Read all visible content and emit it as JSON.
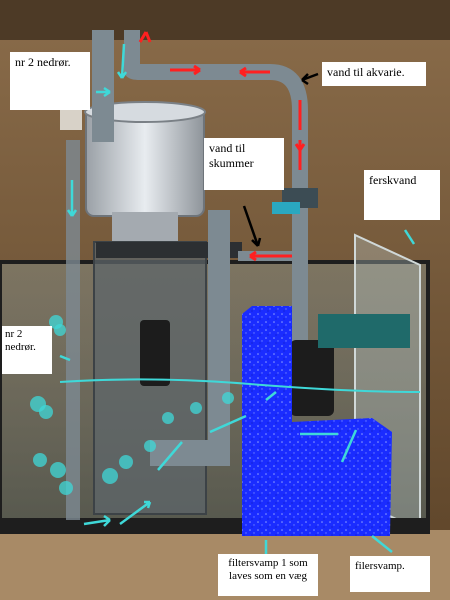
{
  "labels": {
    "nr2_top": "nr 2 nedrør.",
    "vand_til_akvarie": "vand til akvarie.",
    "vand_til_skummer": "vand til skummer",
    "ferskvand": "ferskvand",
    "nr2_left": "nr 2 nedrør.",
    "filtersvamp1": "filtersvamp 1 som laves som en væg",
    "filersvamp": "filersvamp."
  },
  "colors": {
    "arrow_cyan": "#3fd8d8",
    "arrow_red": "#ff2020",
    "sponge_blue": "#1a2cff",
    "pipe_grey": "#7d8a92",
    "background_wood": "#6b5236"
  }
}
